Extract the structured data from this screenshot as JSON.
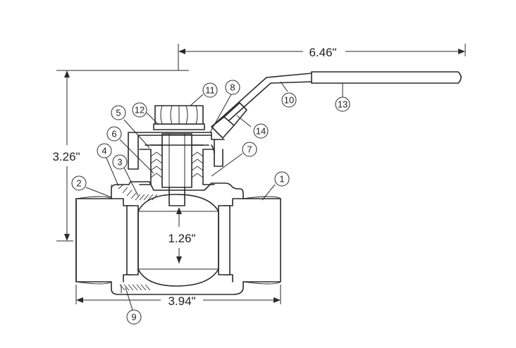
{
  "dimensions": {
    "handle_length": "6.46\"",
    "height": "3.26\"",
    "bore": "1.26\"",
    "body_length": "3.94\""
  },
  "callouts": {
    "c1": "1",
    "c2": "2",
    "c3": "3",
    "c4": "4",
    "c5": "5",
    "c6": "6",
    "c7": "7",
    "c8": "8",
    "c9": "9",
    "c10": "10",
    "c11": "11",
    "c12": "12",
    "c13": "13",
    "c14": "14"
  },
  "colors": {
    "line": "#2a2a2a",
    "background": "#ffffff"
  }
}
